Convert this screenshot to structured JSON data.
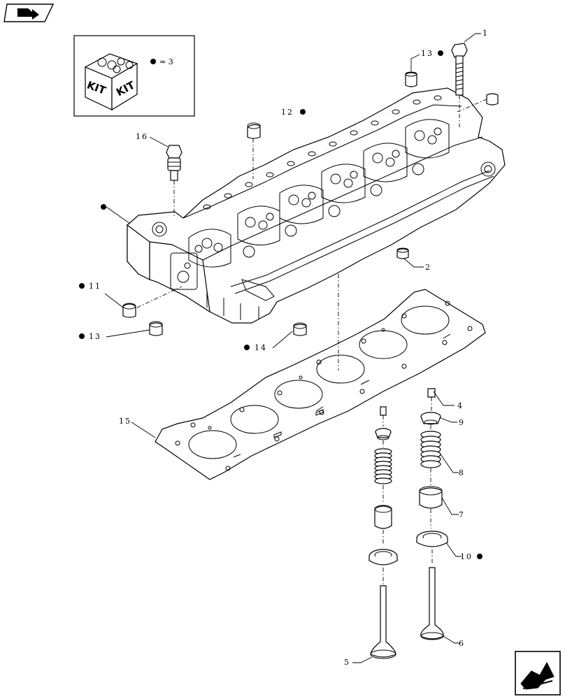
{
  "diagram": {
    "kit_legend": {
      "kit_label_left": "KIT",
      "kit_label_right": "KIT",
      "equals_text": "= 3"
    },
    "callouts": [
      {
        "id": "c1",
        "text": "1"
      },
      {
        "id": "c2",
        "text": "2"
      },
      {
        "id": "c4",
        "text": "4"
      },
      {
        "id": "c5",
        "text": "5"
      },
      {
        "id": "c6",
        "text": "6"
      },
      {
        "id": "c7",
        "text": "7"
      },
      {
        "id": "c8",
        "text": "8"
      },
      {
        "id": "c9",
        "text": "9"
      },
      {
        "id": "c10",
        "text": "10"
      },
      {
        "id": "c11",
        "text": "11"
      },
      {
        "id": "c12",
        "text": "12"
      },
      {
        "id": "c13a",
        "text": "13"
      },
      {
        "id": "c13b",
        "text": "13"
      },
      {
        "id": "c14",
        "text": "14"
      },
      {
        "id": "c15",
        "text": "15"
      },
      {
        "id": "c16",
        "text": "16"
      }
    ]
  },
  "navigation": {
    "top_icon": "book-arrow-icon",
    "bottom_icon": "next-page-arrow-icon"
  }
}
